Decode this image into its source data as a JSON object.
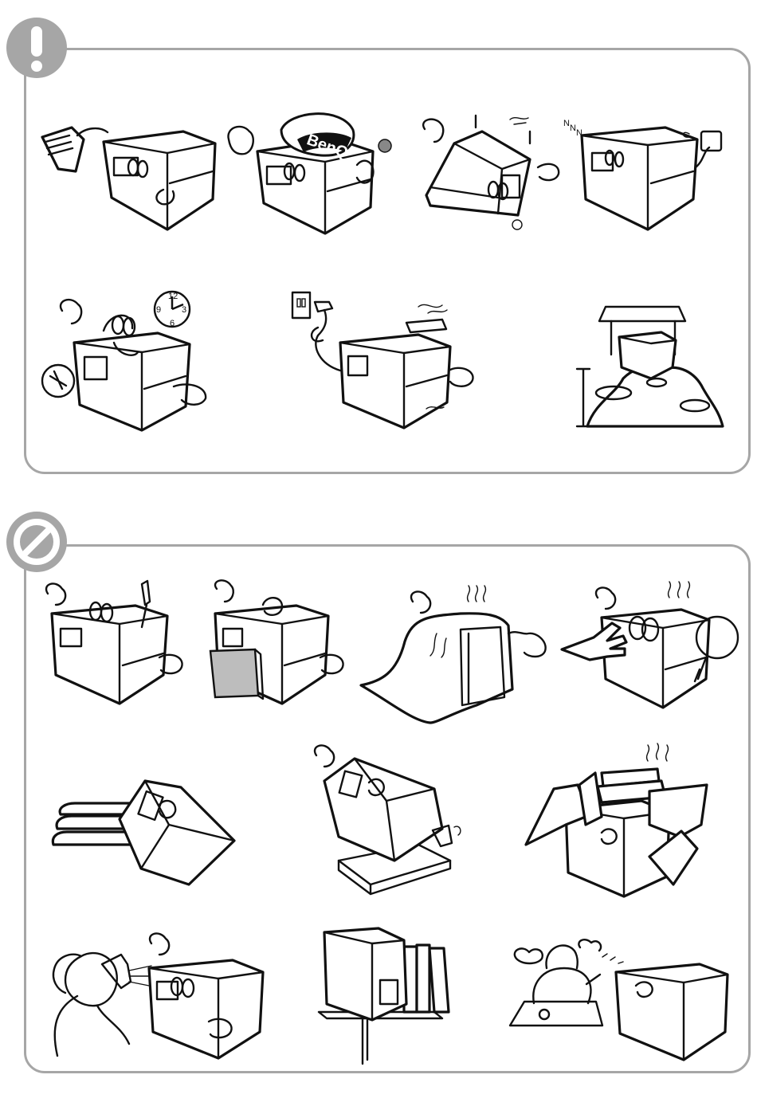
{
  "sections": [
    {
      "name": "do",
      "icon": "exclamation-icon"
    },
    {
      "name": "do-not",
      "icon": "prohibited-icon"
    }
  ],
  "brand_logo": "BenQ",
  "clock_numbers": [
    "12",
    "3",
    "6",
    "9"
  ],
  "colors": {
    "frame": "#a6a6a6",
    "line": "#111111",
    "background": "#ffffff"
  }
}
